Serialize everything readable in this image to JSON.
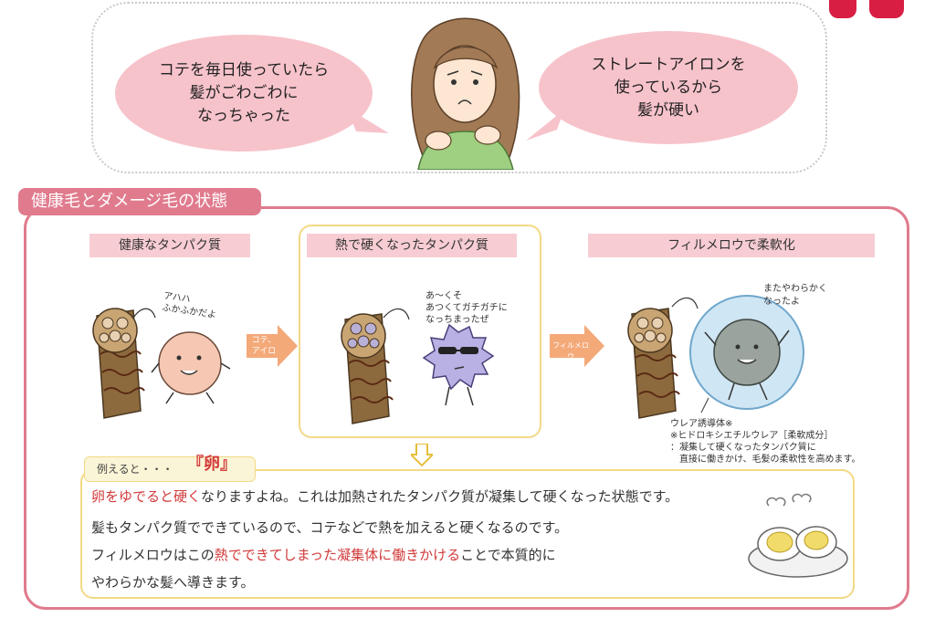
{
  "scene": {
    "bubble_left": "コテを毎日使っていたら\n髪がごわごわに\nなっちゃった",
    "bubble_right": "ストレートアイロンを\n使っているから\n髪が硬い"
  },
  "section": {
    "title": "健康毛とダメージ毛の状態",
    "columns": [
      {
        "label": "健康なタンパク質",
        "speech": "アハハ\nふかふかだよ"
      },
      {
        "label": "熱で硬くなったタンパク質",
        "speech": "あ～くそ\nあつくてガチガチに\nなっちまったぜ"
      },
      {
        "label": "フィルメロウで柔軟化",
        "speech": "またやわらかく\nなったよ"
      }
    ],
    "arrow1_label": "コテ、\nアイロン",
    "arrow2_label": "フィルメロウ",
    "note_lines": [
      "ウレア誘導体※",
      "※ヒドロキシエチルウレア［柔軟成分］",
      "：凝集して硬くなったタンパク質に",
      "　直接に働きかけ、毛髪の柔軟性を高めます。"
    ]
  },
  "egg": {
    "tab_label": "例えると・・・",
    "tab_egg": "『卵』",
    "line1_red": "卵をゆでると硬く",
    "line1_rest": "なりますよね。これは加熱されたタンパク質が凝集して硬くなった状態です。",
    "line2": "髪もタンパク質でできているので、コテなどで熱を加えると硬くなるのです。",
    "line3_a": "フィルメロウはこの",
    "line3_red": "熱でできてしまった凝集体に働きかける",
    "line3_b": "ことで本質的に",
    "line4": "やわらかな髪へ導きます。"
  },
  "colors": {
    "pink_bubble": "#f7c3cb",
    "section_pink": "#e07b8d",
    "label_pink": "#f7cdd3",
    "yellow_frame": "#f3d985",
    "arrow_orange": "#f4a979",
    "accent_red": "#d23a3a"
  }
}
